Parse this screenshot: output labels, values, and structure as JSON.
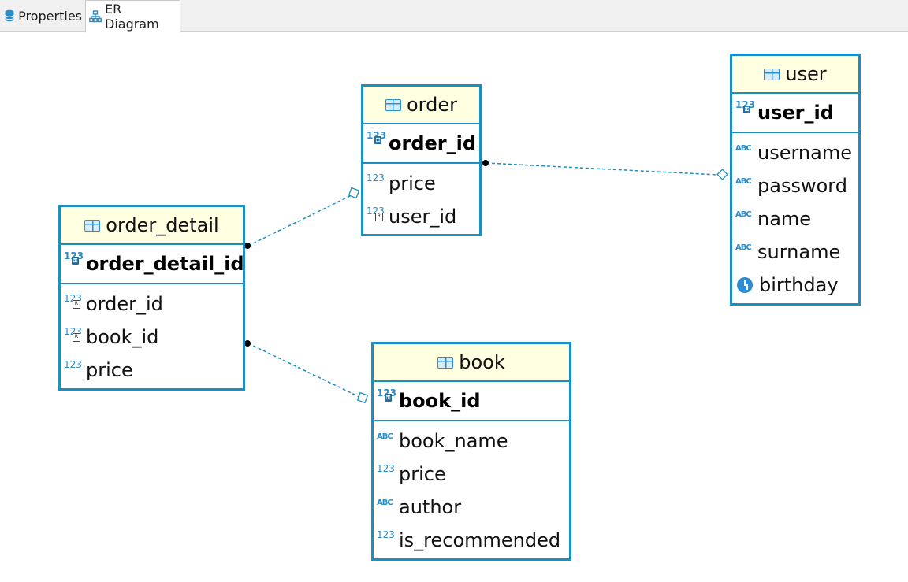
{
  "tabs": [
    {
      "label": "Properties",
      "icon": "database-icon"
    },
    {
      "label": "ER Diagram",
      "icon": "er-diagram-icon",
      "active": true
    }
  ],
  "colors": {
    "border": "#1a8fc4",
    "header_bg": "#ffffe1",
    "link": "#1a8fc4"
  },
  "entities": {
    "order": {
      "name": "order",
      "pk": "order_id",
      "columns": [
        {
          "name": "price",
          "type": "numeric"
        },
        {
          "name": "user_id",
          "type": "foreign-key"
        }
      ]
    },
    "user": {
      "name": "user",
      "pk": "user_id",
      "columns": [
        {
          "name": "username",
          "type": "text"
        },
        {
          "name": "password",
          "type": "text"
        },
        {
          "name": "name",
          "type": "text"
        },
        {
          "name": "surname",
          "type": "text"
        },
        {
          "name": "birthday",
          "type": "datetime"
        }
      ]
    },
    "order_detail": {
      "name": "order_detail",
      "pk": "order_detail_id",
      "columns": [
        {
          "name": "order_id",
          "type": "foreign-key"
        },
        {
          "name": "book_id",
          "type": "foreign-key"
        },
        {
          "name": "price",
          "type": "numeric"
        }
      ]
    },
    "book": {
      "name": "book",
      "pk": "book_id",
      "columns": [
        {
          "name": "book_name",
          "type": "text"
        },
        {
          "name": "price",
          "type": "numeric"
        },
        {
          "name": "author",
          "type": "text"
        },
        {
          "name": "is_recommended",
          "type": "numeric"
        }
      ]
    }
  },
  "relations": [
    {
      "from": "order",
      "to": "user"
    },
    {
      "from": "order_detail",
      "to": "order"
    },
    {
      "from": "order_detail",
      "to": "book"
    }
  ]
}
